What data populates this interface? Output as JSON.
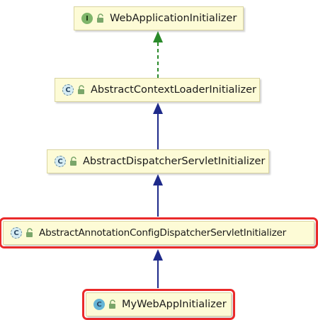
{
  "nodes": [
    {
      "id": "n0",
      "label": "WebApplicationInitializer",
      "kind_letter": "I",
      "kind": "interface",
      "highlighted": false
    },
    {
      "id": "n1",
      "label": "AbstractContextLoaderInitializer",
      "kind_letter": "C",
      "kind": "abstract",
      "highlighted": false
    },
    {
      "id": "n2",
      "label": "AbstractDispatcherServletInitializer",
      "kind_letter": "C",
      "kind": "abstract",
      "highlighted": false
    },
    {
      "id": "n3",
      "label": "AbstractAnnotationConfigDispatcherServletInitializer",
      "kind_letter": "C",
      "kind": "abstract",
      "highlighted": true
    },
    {
      "id": "n4",
      "label": "MyWebAppInitializer",
      "kind_letter": "C",
      "kind": "class",
      "highlighted": true
    }
  ],
  "edges": [
    {
      "from": "n1",
      "to": "n0",
      "type": "implements",
      "color": "#2a8a2a"
    },
    {
      "from": "n2",
      "to": "n1",
      "type": "extends",
      "color": "#1e2a8a"
    },
    {
      "from": "n3",
      "to": "n2",
      "type": "extends",
      "color": "#1e2a8a"
    },
    {
      "from": "n4",
      "to": "n3",
      "type": "extends",
      "color": "#1e2a8a"
    }
  ],
  "colors": {
    "node_fill": "#fdfbd6",
    "highlight": "#ea2a2a",
    "lock": "#7aa66a"
  }
}
